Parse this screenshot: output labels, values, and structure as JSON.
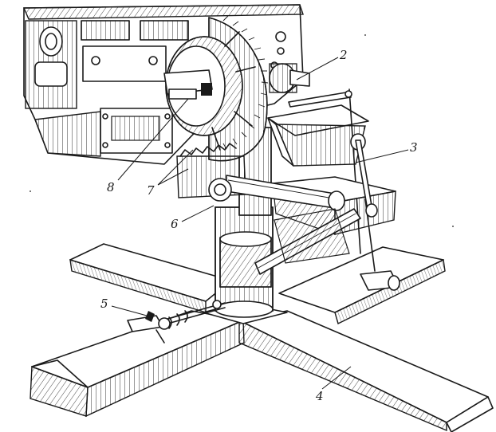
{
  "figure": {
    "callouts": [
      {
        "key": "c2",
        "label": "2"
      },
      {
        "key": "c3",
        "label": "3"
      },
      {
        "key": "c4",
        "label": "4"
      },
      {
        "key": "c5",
        "label": "5"
      },
      {
        "key": "c6",
        "label": "6"
      },
      {
        "key": "c7",
        "label": "7"
      },
      {
        "key": "c8",
        "label": "8"
      }
    ]
  },
  "colors": {
    "ink": "#1a1a1a",
    "paper": "#ffffff"
  }
}
